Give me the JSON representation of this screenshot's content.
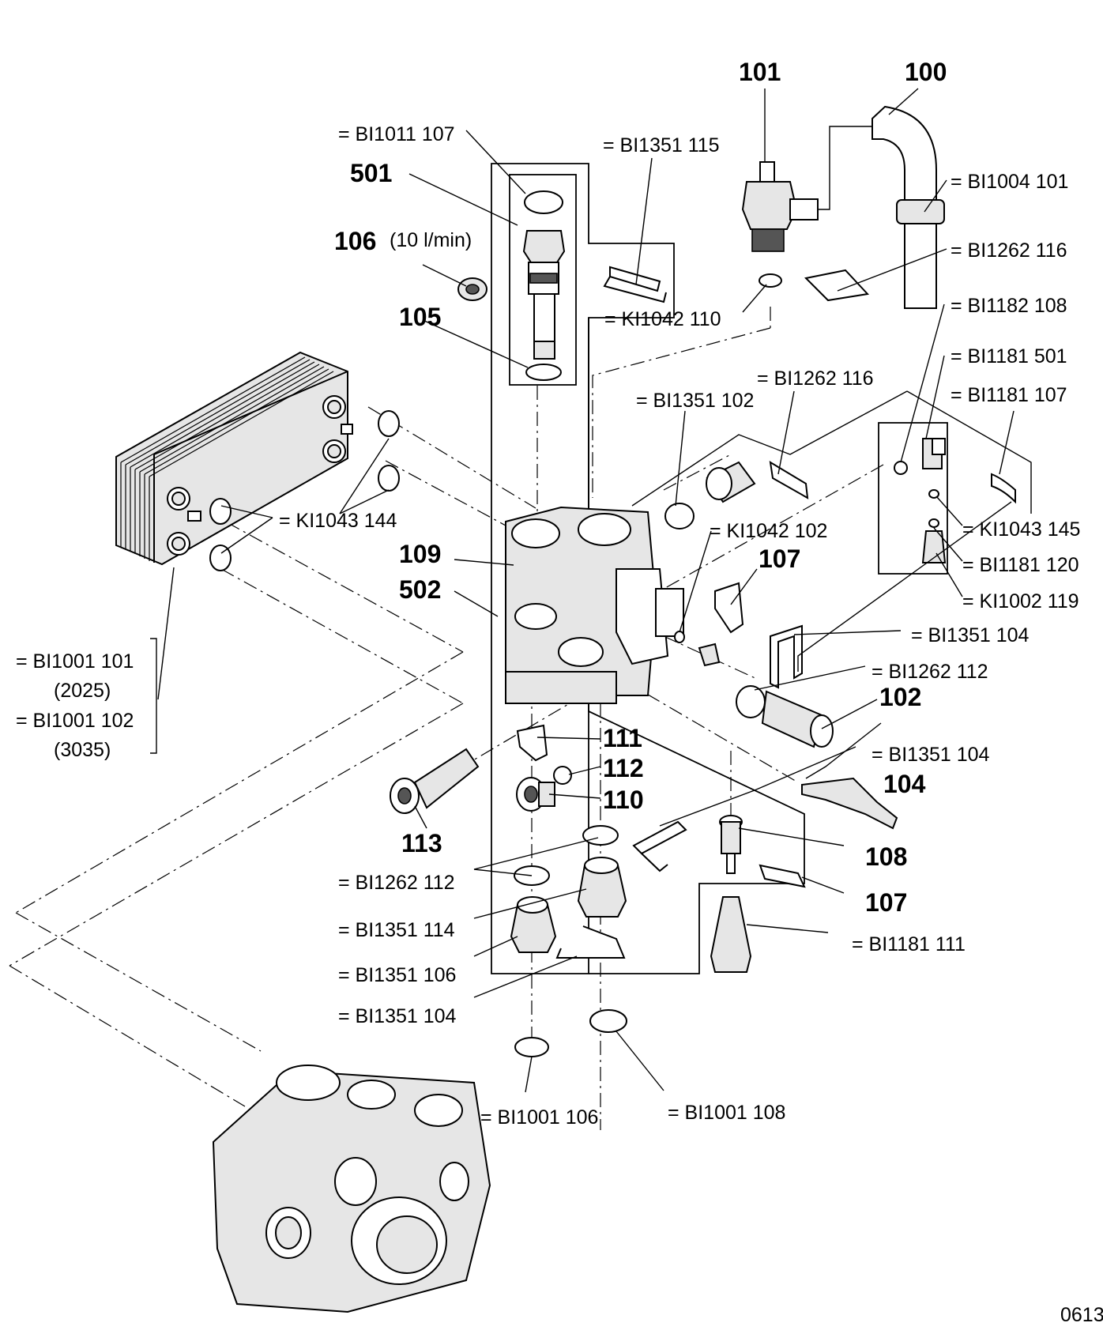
{
  "refs": [
    {
      "id": "r100",
      "text": "100",
      "bold": true
    },
    {
      "id": "r101",
      "text": "101",
      "bold": true
    },
    {
      "id": "r501",
      "text": "501",
      "bold": true
    },
    {
      "id": "r106",
      "text": "106",
      "bold": true
    },
    {
      "id": "r106note",
      "text": "(10 l/min)",
      "bold": false
    },
    {
      "id": "r105",
      "text": "105",
      "bold": true
    },
    {
      "id": "r109",
      "text": "109",
      "bold": true
    },
    {
      "id": "r502",
      "text": "502",
      "bold": true
    },
    {
      "id": "r107a",
      "text": "107",
      "bold": true
    },
    {
      "id": "r102",
      "text": "102",
      "bold": true
    },
    {
      "id": "r111",
      "text": "111",
      "bold": true
    },
    {
      "id": "r112",
      "text": "112",
      "bold": true
    },
    {
      "id": "r110",
      "text": "110",
      "bold": true
    },
    {
      "id": "r113",
      "text": "113",
      "bold": true
    },
    {
      "id": "r104",
      "text": "104",
      "bold": true
    },
    {
      "id": "r108",
      "text": "108",
      "bold": true
    },
    {
      "id": "r107b",
      "text": "107",
      "bold": true
    }
  ],
  "codes": [
    {
      "id": "c_bi1011_107",
      "text": "= BI1011 107"
    },
    {
      "id": "c_bi1351_115",
      "text": "= BI1351 115"
    },
    {
      "id": "c_bi1004_101",
      "text": "= BI1004 101"
    },
    {
      "id": "c_bi1262_116a",
      "text": "= BI1262 116"
    },
    {
      "id": "c_ki1042_110",
      "text": "= KI1042 110"
    },
    {
      "id": "c_bi1182_108",
      "text": "= BI1182 108"
    },
    {
      "id": "c_bi1181_501",
      "text": "= BI1181 501"
    },
    {
      "id": "c_bi1262_116b",
      "text": "= BI1262 116"
    },
    {
      "id": "c_bi1181_107",
      "text": "= BI1181 107"
    },
    {
      "id": "c_bi1351_102",
      "text": "= BI1351 102"
    },
    {
      "id": "c_ki1043_144",
      "text": "= KI1043 144"
    },
    {
      "id": "c_ki1042_102",
      "text": "= KI1042 102"
    },
    {
      "id": "c_ki1043_145",
      "text": "= KI1043 145"
    },
    {
      "id": "c_bi1181_120",
      "text": "= BI1181 120"
    },
    {
      "id": "c_ki1002_119",
      "text": "= KI1002 119"
    },
    {
      "id": "c_bi1351_104a",
      "text": "= BI1351 104"
    },
    {
      "id": "c_bi1262_112a",
      "text": "= BI1262 112"
    },
    {
      "id": "c_bi1001_101",
      "text": "= BI1001 101"
    },
    {
      "id": "c_2025",
      "text": "(2025)"
    },
    {
      "id": "c_bi1001_102",
      "text": "= BI1001 102"
    },
    {
      "id": "c_3035",
      "text": "(3035)"
    },
    {
      "id": "c_bi1351_104b",
      "text": "= BI1351 104"
    },
    {
      "id": "c_bi1262_112b",
      "text": "= BI1262 112"
    },
    {
      "id": "c_bi1351_114",
      "text": "= BI1351 114"
    },
    {
      "id": "c_bi1351_106",
      "text": "= BI1351 106"
    },
    {
      "id": "c_bi1351_104c",
      "text": "= BI1351 104"
    },
    {
      "id": "c_bi1181_111",
      "text": "= BI1181 111"
    },
    {
      "id": "c_bi1001_106",
      "text": "= BI1001 106"
    },
    {
      "id": "c_bi1001_108",
      "text": "= BI1001 108"
    }
  ],
  "drawing_number": "0613"
}
